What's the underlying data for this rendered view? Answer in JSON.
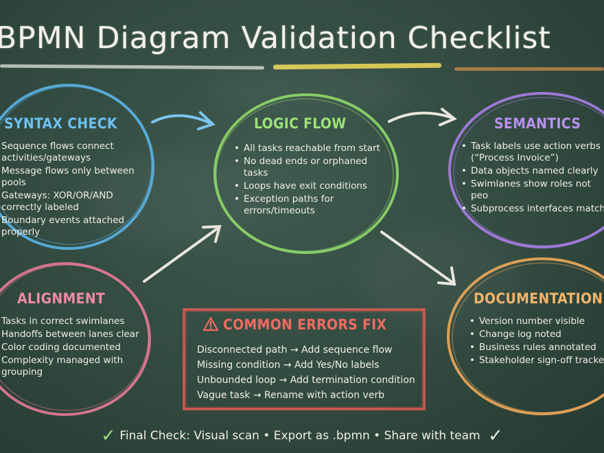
{
  "title": "BPMN Diagram Validation Checklist",
  "colors": {
    "board": "#324a40",
    "syntax": "#5bb3e6",
    "logic": "#8fd86a",
    "semantics": "#a97ee6",
    "alignment": "#e77a96",
    "documentation": "#eea85a",
    "errors": "#e45b55",
    "chalk": "#f1efe6",
    "check": "#9ad77a"
  },
  "syntax": {
    "heading": "SYNTAX CHECK",
    "items": [
      "Sequence flows connect activities/gateways",
      "Message flows only between pools",
      "Gateways: XOR/OR/AND correctly labeled",
      "Boundary events attached properly"
    ]
  },
  "logic": {
    "heading": "LOGIC FLOW",
    "items": [
      "All tasks reachable from start",
      "No dead ends or orphaned tasks",
      "Loops have exit conditions",
      "Exception paths for errors/timeouts"
    ]
  },
  "semantics": {
    "heading": "SEMANTICS",
    "items": [
      "Task labels use action verbs (“Process Invoice”)",
      "Data objects named clearly",
      "Swimlanes show roles not peo",
      "Subprocess interfaces match"
    ]
  },
  "alignment": {
    "heading": "ALIGNMENT",
    "items": [
      "Tasks in correct swimlanes",
      "Handoffs between lanes clear",
      "Color coding documented",
      "Complexity managed with grouping"
    ]
  },
  "documentation": {
    "heading": "DOCUMENTATION",
    "items": [
      "Version number visible",
      "Change log noted",
      "Business rules annotated",
      "Stakeholder sign-off tracke"
    ]
  },
  "errors": {
    "heading": "COMMON ERRORS FIX",
    "icon": "warning-icon",
    "items": [
      "Disconnected path → Add sequence flow",
      "Missing condition → Add Yes/No labels",
      "Unbounded loop → Add termination condition",
      "Vague task → Rename with action verb"
    ]
  },
  "footer": {
    "text": "Final Check: Visual scan • Export as .bpmn • Share with team",
    "icon": "checkmark-icon"
  }
}
